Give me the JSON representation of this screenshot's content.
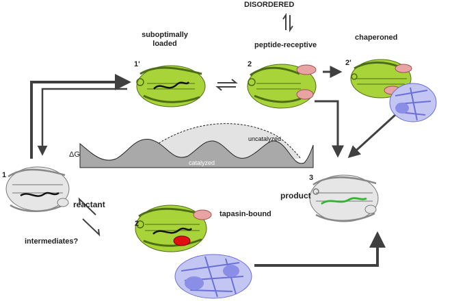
{
  "title_top": "DISORDERED",
  "states": {
    "suboptimal": {
      "number": "1'",
      "label_line1": "suboptimally",
      "label_line2": "loaded"
    },
    "receptive": {
      "number": "2",
      "label": "peptide-receptive"
    },
    "chaperoned": {
      "number": "2'",
      "label": "chaperoned"
    },
    "reactant": {
      "number": "1",
      "label": "reactant"
    },
    "tapasin": {
      "number": "2",
      "label": "tapasin-bound"
    },
    "product": {
      "number": "3",
      "label": "product"
    }
  },
  "intermediates_label": "intermediates?",
  "energy": {
    "axis_label": "ΔG",
    "uncatalyzed_label": "uncatalyzed",
    "catalyzed_label": "catalyzed"
  },
  "colors": {
    "green_protein": "#a8d43a",
    "grey_protein": "#d9d9d9",
    "pink_helix": "#e8a3a3",
    "red_helix": "#e01010",
    "blue_chaperone": "#8a8ee6",
    "arrow": "#404040",
    "profile_fill": "#a9a9a9",
    "uncatalyzed_fill": "#e3e3e3",
    "bound_peptide": "#111111",
    "product_peptide": "#2db52d"
  }
}
